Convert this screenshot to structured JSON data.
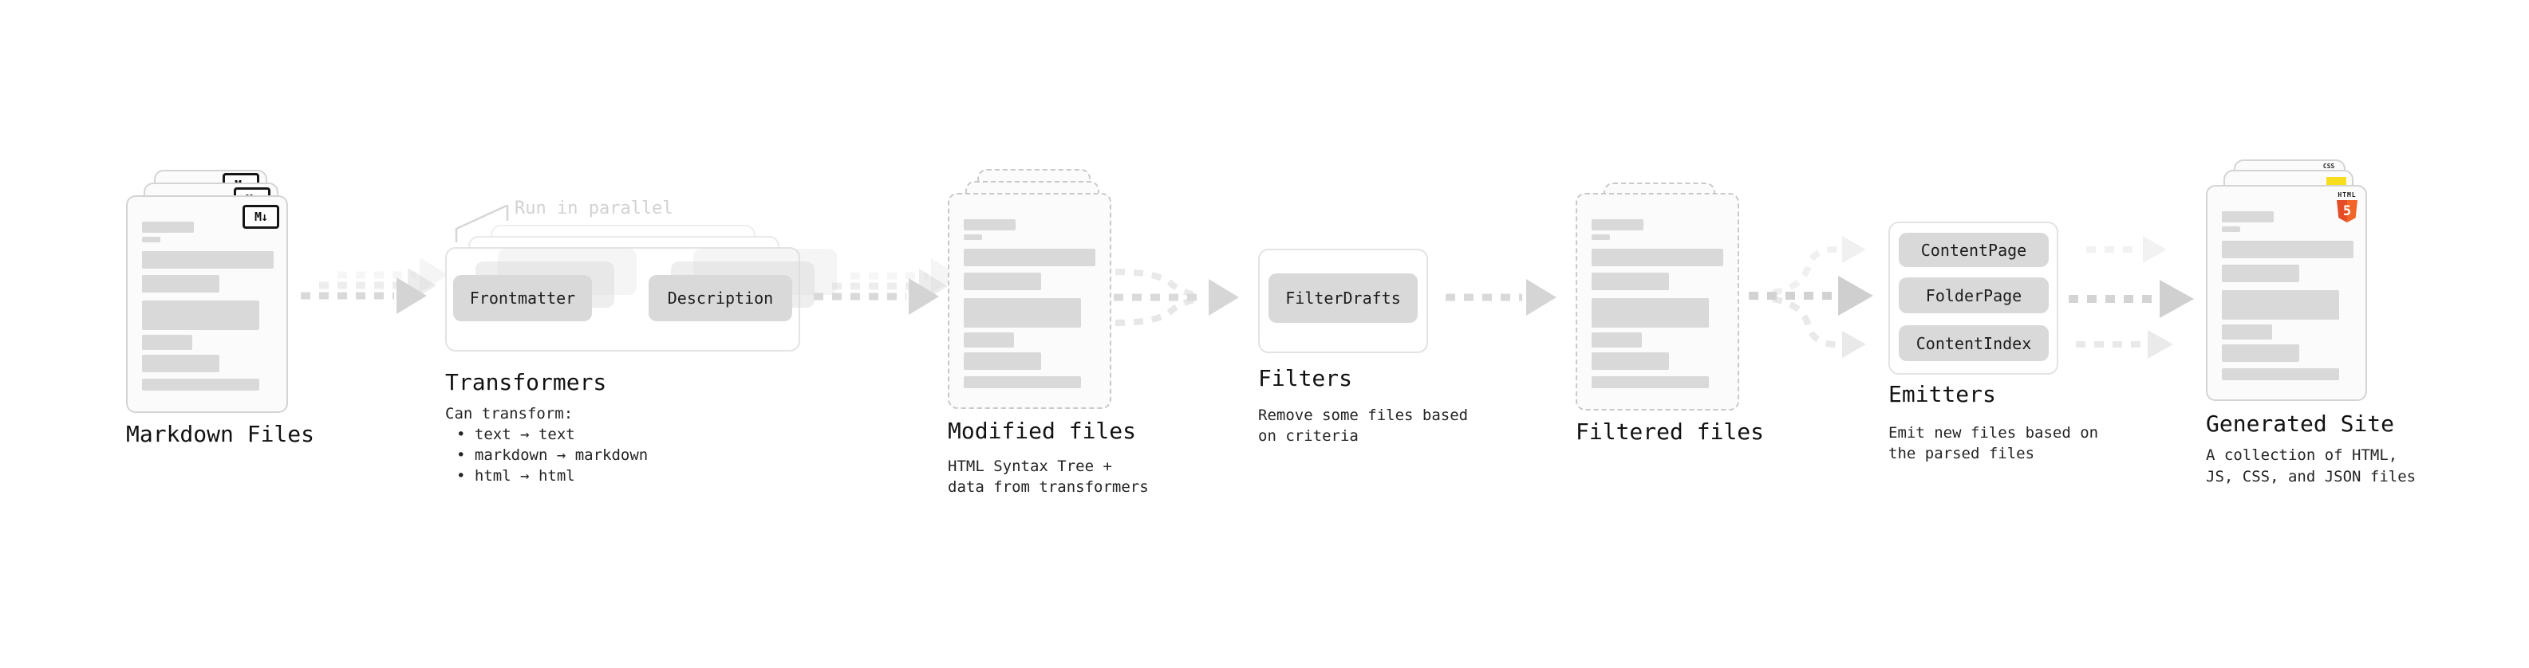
{
  "stages": {
    "markdown": {
      "title": "Markdown Files",
      "icon": "M↓"
    },
    "transformers": {
      "title": "Transformers",
      "note": "Run in parallel",
      "frontmatter": "Frontmatter",
      "description": "Description",
      "desc_heading": "Can transform:",
      "bullet1": "• text → text",
      "bullet2": "• markdown → markdown",
      "bullet3": "• html → html"
    },
    "modified": {
      "title": "Modified files",
      "desc1": "HTML Syntax Tree +",
      "desc2": "data from transformers"
    },
    "filters": {
      "title": "Filters",
      "button": "FilterDrafts",
      "desc1": "Remove some files based",
      "desc2": "on criteria"
    },
    "filtered": {
      "title": "Filtered files"
    },
    "emitters": {
      "title": "Emitters",
      "button1": "ContentPage",
      "button2": "FolderPage",
      "button3": "ContentIndex",
      "desc1": "Emit new files based on",
      "desc2": "the parsed files"
    },
    "generated": {
      "title": "Generated Site",
      "desc1": "A collection of HTML,",
      "desc2": "JS, CSS, and JSON files",
      "css_label": "CSS",
      "html_label": "HTML",
      "html_number": "5"
    }
  },
  "colors": {
    "card_fill": "#fbfbfb",
    "card_border": "#d4d4d4",
    "bar": "#d9d9d9",
    "arrow": "#d6d6d6",
    "note": "#d2d2d2",
    "html5_orange": "#e44d26",
    "js_yellow": "#f7df1e",
    "css_blue": "#2965f1"
  }
}
